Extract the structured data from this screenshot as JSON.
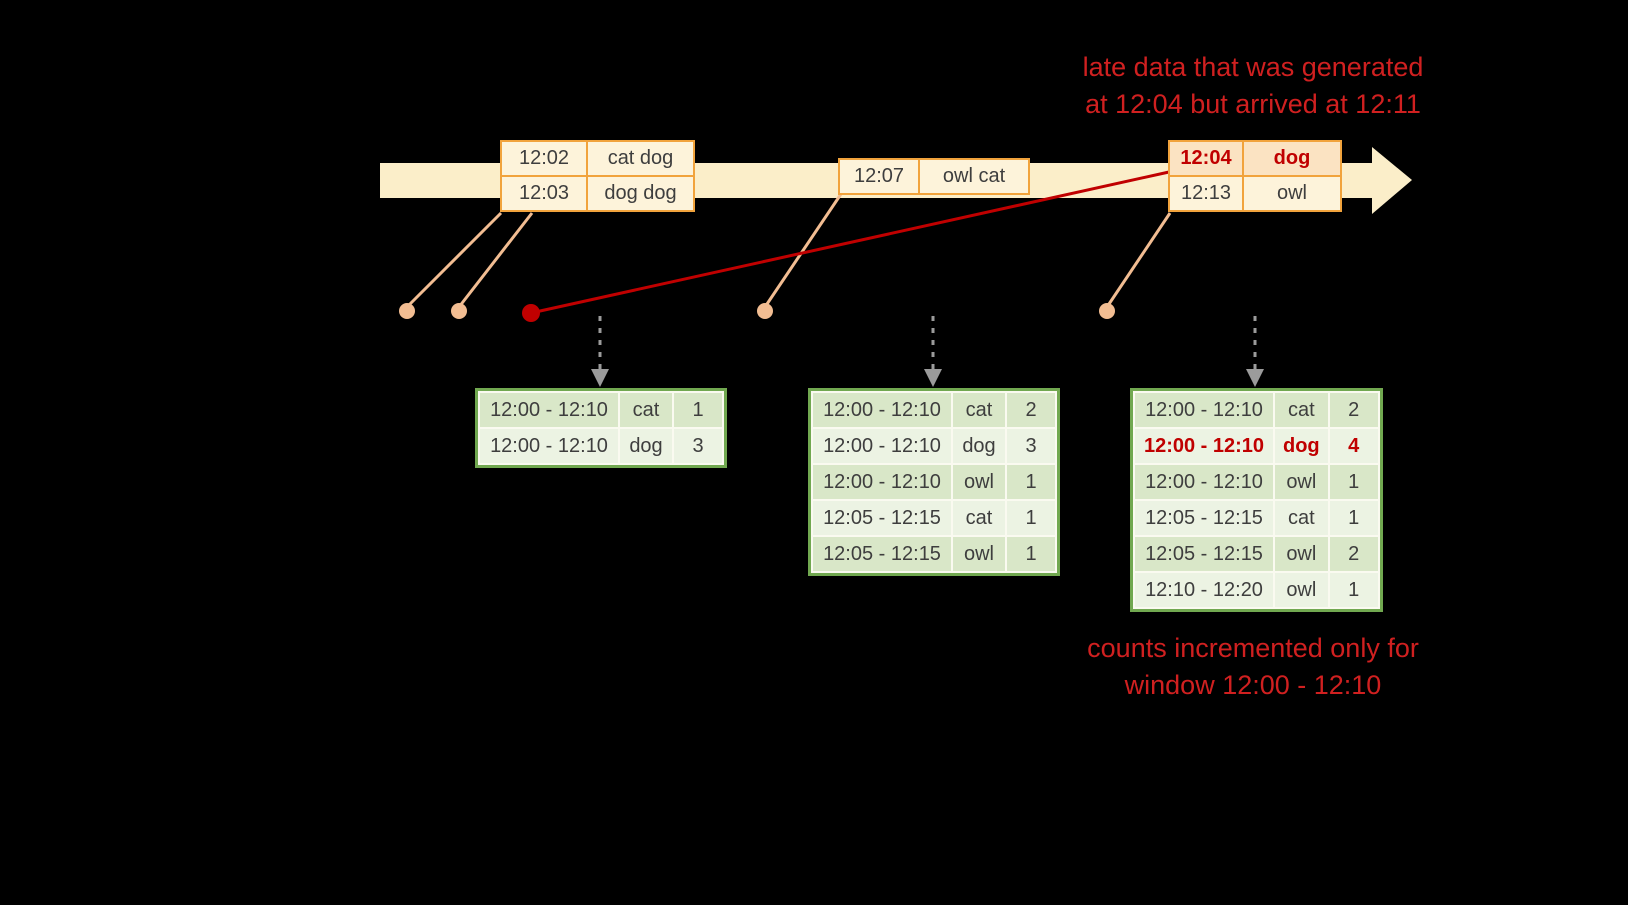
{
  "annotations": {
    "late_data_note": {
      "line1": "late data that was generated",
      "line2": "at 12:04 but arrived at 12:11"
    },
    "counts_note": {
      "line1": "counts incremented only for",
      "line2": "window 12:00 - 12:10"
    }
  },
  "event_tables": {
    "t1": {
      "rows": [
        {
          "time": "12:02",
          "words": "cat dog"
        },
        {
          "time": "12:03",
          "words": "dog dog"
        }
      ]
    },
    "t2": {
      "rows": [
        {
          "time": "12:07",
          "words": "owl cat"
        }
      ]
    },
    "t3": {
      "rows": [
        {
          "time": "12:04",
          "words": "dog"
        },
        {
          "time": "12:13",
          "words": "owl"
        }
      ]
    }
  },
  "result_tables": {
    "r1": {
      "rows": [
        {
          "window": "12:00 - 12:10",
          "word": "cat",
          "count": "1"
        },
        {
          "window": "12:00 - 12:10",
          "word": "dog",
          "count": "3"
        }
      ]
    },
    "r2": {
      "rows": [
        {
          "window": "12:00 - 12:10",
          "word": "cat",
          "count": "2"
        },
        {
          "window": "12:00 - 12:10",
          "word": "dog",
          "count": "3"
        },
        {
          "window": "12:00 - 12:10",
          "word": "owl",
          "count": "1"
        },
        {
          "window": "12:05 - 12:15",
          "word": "cat",
          "count": "1"
        },
        {
          "window": "12:05 - 12:15",
          "word": "owl",
          "count": "1"
        }
      ]
    },
    "r3": {
      "rows": [
        {
          "window": "12:00 - 12:10",
          "word": "cat",
          "count": "2"
        },
        {
          "window": "12:00 - 12:10",
          "word": "dog",
          "count": "4"
        },
        {
          "window": "12:00 - 12:10",
          "word": "owl",
          "count": "1"
        },
        {
          "window": "12:05 - 12:15",
          "word": "cat",
          "count": "1"
        },
        {
          "window": "12:05 - 12:15",
          "word": "owl",
          "count": "2"
        },
        {
          "window": "12:10 - 12:20",
          "word": "owl",
          "count": "1"
        }
      ]
    }
  },
  "colors": {
    "background": "#000000",
    "timeline": "#fbeec9",
    "event_table_border": "#f1a33c",
    "event_table_fill": "#fdf3da",
    "late_event_fill": "#fbe3c2",
    "connector": "#f2bd92",
    "late_red": "#c00000",
    "annotation_red": "#d02020",
    "result_table_border": "#71a850",
    "result_cell_dark": "#d9e7c8",
    "result_cell_light": "#ecf3e3",
    "dashed_arrow": "#9b9b9b"
  }
}
